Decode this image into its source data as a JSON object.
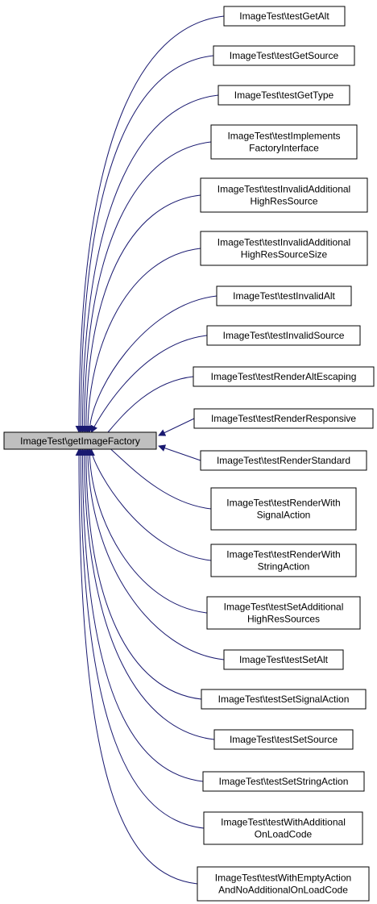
{
  "graph": {
    "source": {
      "label": "ImageTest\\getImageFactory",
      "fill": "#bfbfbf"
    },
    "edge_color": "#191970",
    "callers": [
      {
        "id": "testGetAlt",
        "lines": [
          "ImageTest\\testGetAlt"
        ]
      },
      {
        "id": "testGetSource",
        "lines": [
          "ImageTest\\testGetSource"
        ]
      },
      {
        "id": "testGetType",
        "lines": [
          "ImageTest\\testGetType"
        ]
      },
      {
        "id": "testImplementsFactoryInterface",
        "lines": [
          "ImageTest\\testImplements",
          "FactoryInterface"
        ]
      },
      {
        "id": "testInvalidAdditionalHighResSource",
        "lines": [
          "ImageTest\\testInvalidAdditional",
          "HighResSource"
        ]
      },
      {
        "id": "testInvalidAdditionalHighResSourceSize",
        "lines": [
          "ImageTest\\testInvalidAdditional",
          "HighResSourceSize"
        ]
      },
      {
        "id": "testInvalidAlt",
        "lines": [
          "ImageTest\\testInvalidAlt"
        ]
      },
      {
        "id": "testInvalidSource",
        "lines": [
          "ImageTest\\testInvalidSource"
        ]
      },
      {
        "id": "testRenderAltEscaping",
        "lines": [
          "ImageTest\\testRenderAltEscaping"
        ]
      },
      {
        "id": "testRenderResponsive",
        "lines": [
          "ImageTest\\testRenderResponsive"
        ]
      },
      {
        "id": "testRenderStandard",
        "lines": [
          "ImageTest\\testRenderStandard"
        ]
      },
      {
        "id": "testRenderWithSignalAction",
        "lines": [
          "ImageTest\\testRenderWith",
          "SignalAction"
        ]
      },
      {
        "id": "testRenderWithStringAction",
        "lines": [
          "ImageTest\\testRenderWith",
          "StringAction"
        ]
      },
      {
        "id": "testSetAdditionalHighResSources",
        "lines": [
          "ImageTest\\testSetAdditional",
          "HighResSources"
        ]
      },
      {
        "id": "testSetAlt",
        "lines": [
          "ImageTest\\testSetAlt"
        ]
      },
      {
        "id": "testSetSignalAction",
        "lines": [
          "ImageTest\\testSetSignalAction"
        ]
      },
      {
        "id": "testSetSource",
        "lines": [
          "ImageTest\\testSetSource"
        ]
      },
      {
        "id": "testSetStringAction",
        "lines": [
          "ImageTest\\testSetStringAction"
        ]
      },
      {
        "id": "testWithAdditionalOnLoadCode",
        "lines": [
          "ImageTest\\testWithAdditional",
          "OnLoadCode"
        ]
      },
      {
        "id": "testWithEmptyActionAndNoAdditionalOnLoadCode",
        "lines": [
          "ImageTest\\testWithEmptyAction",
          "AndNoAdditionalOnLoadCode"
        ]
      }
    ]
  }
}
